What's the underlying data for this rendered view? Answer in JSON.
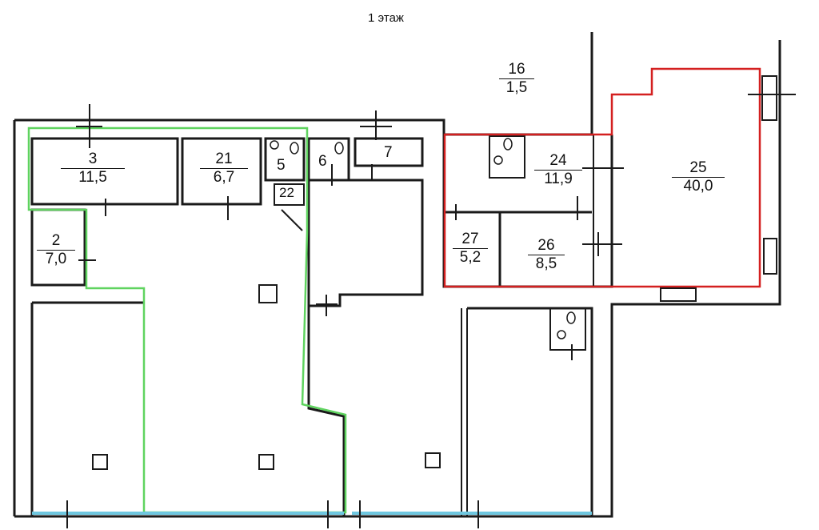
{
  "title": "1 этаж",
  "rooms": [
    {
      "id": "3",
      "number": "3",
      "area": "11,5"
    },
    {
      "id": "21",
      "number": "21",
      "area": "6,7"
    },
    {
      "id": "5",
      "number": "5"
    },
    {
      "id": "6",
      "number": "6"
    },
    {
      "id": "7",
      "number": "7"
    },
    {
      "id": "22",
      "number": "22"
    },
    {
      "id": "2",
      "number": "2",
      "area": "7,0"
    },
    {
      "id": "16",
      "number": "16",
      "area": "1,5"
    },
    {
      "id": "24",
      "number": "24",
      "area": "11,9"
    },
    {
      "id": "25",
      "number": "25",
      "area": "40,0"
    },
    {
      "id": "27",
      "number": "27",
      "area": "5,2"
    },
    {
      "id": "26",
      "number": "26",
      "area": "8,5"
    }
  ],
  "highlight_colors": {
    "green": "#5fd35f",
    "red": "#d42020"
  },
  "wall_color": "#1a1a1a",
  "window_color": "#6ec7e0"
}
